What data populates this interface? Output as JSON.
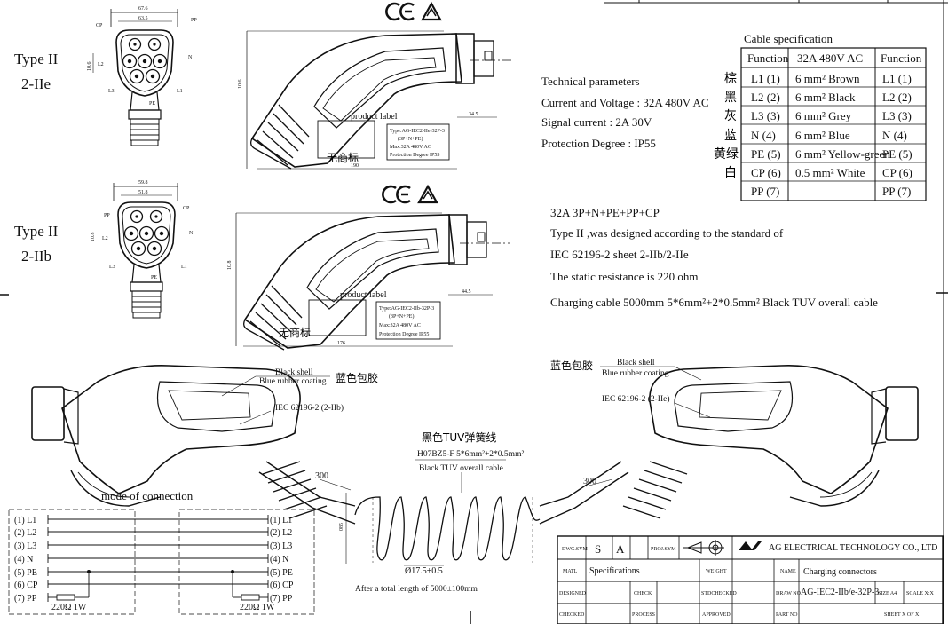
{
  "marks": {
    "ce": "CE",
    "dim_width_iie": "67.6",
    "dim_inner_iie": "63.5",
    "dim_height_iie": "10.6",
    "dim_len_iie": "190",
    "dim_pin_iie": "34.5",
    "dim_width_iib": "59.8",
    "dim_inner_iib": "51.8",
    "dim_height_iib": "10.8",
    "dim_len_iib": "176",
    "dim_pin_iib": "44.5"
  },
  "type_iie": {
    "line1": "Type II",
    "line2": "2-IIe"
  },
  "type_iib": {
    "line1": "Type II",
    "line2": "2-IIb"
  },
  "pin_labels": {
    "cp": "CP",
    "pp": "PP",
    "l1": "L1",
    "l2": "L2",
    "l3": "L3",
    "n": "N",
    "pe": "PE"
  },
  "label_box_iie": {
    "title": "product label",
    "no_brand": "无商标",
    "lines": [
      "Type:AG-IEC2-IIe-32P-3",
      "(3P+N+PE)",
      "Max:32A 480V AC",
      "Protection Degree IP55"
    ]
  },
  "label_box_iib": {
    "title": "product label",
    "no_brand": "无商标",
    "lines": [
      "Type:AG-IEC2-IIb-32P-3",
      "(3P+N+PE)",
      "Max:32A 480V AC",
      "Protection Degree IP55"
    ]
  },
  "tech": {
    "title": "Technical parameters",
    "voltage": "Current and Voltage : 32A 480V AC",
    "signal": "Signal current : 2A 30V",
    "protection": "Protection Degree : IP55"
  },
  "spec": {
    "title": "Cable specification",
    "headers": [
      "Function",
      "32A 480V AC",
      "Function"
    ],
    "rows": [
      {
        "cn": "棕",
        "f1": "L1 (1)",
        "cable": "6 mm² Brown",
        "f2": "L1 (1)"
      },
      {
        "cn": "黑",
        "f1": "L2 (2)",
        "cable": "6 mm² Black",
        "f2": "L2 (2)"
      },
      {
        "cn": "灰",
        "f1": "L3 (3)",
        "cable": "6 mm² Grey",
        "f2": "L3 (3)"
      },
      {
        "cn": "蓝",
        "f1": "N (4)",
        "cable": "6 mm² Blue",
        "f2": "N (4)"
      },
      {
        "cn": "黄绿",
        "f1": "PE (5)",
        "cable": "6 mm² Yellow-green",
        "f2": "PE (5)"
      },
      {
        "cn": "白",
        "f1": "CP (6)",
        "cable": "0.5 mm² White",
        "f2": "CP (6)"
      },
      {
        "cn": "",
        "f1": "PP (7)",
        "cable": "",
        "f2": "PP (7)"
      }
    ]
  },
  "notes": {
    "line1": "32A 3P+N+PE+PP+CP",
    "line2": "Type II ,was designed according to the standard of",
    "line3": "IEC 62196-2 sheet 2-IIb/2-IIe",
    "line4": "The static resistance is 220 ohm",
    "line5": "Charging cable 5000mm 5*6mm²+2*0.5mm² Black TUV overall cable"
  },
  "callouts": {
    "black_shell": "Black shell",
    "blue_coating": "Blue rubber coating",
    "blue_cn": "蓝色包胶",
    "iec_left": "IEC 62196-2 (2-IIb)",
    "iec_right": "IEC 62196-2 (2-IIe)",
    "cable_cn": "黑色TUV弹簧线",
    "cable_code": "H07BZ5-F 5*6mm²+2*0.5mm²",
    "cable_desc": "Black TUV overall cable",
    "len_left": "300",
    "len_right": "300",
    "dia": "Ø17.5±0.5",
    "coil_height": "085",
    "total_length": "After a total length of 5000±100mm"
  },
  "connection": {
    "title": "mode of connection",
    "left": [
      "(1) L1",
      "(2) L2",
      "(3) L3",
      "(4) N",
      "(5) PE",
      "(6) CP",
      "(7) PP"
    ],
    "right": [
      "(1) L1",
      "(2) L2",
      "(3) L3",
      "(4) N",
      "(5) PE",
      "(6) CP",
      "(7) PP"
    ],
    "res_left": "220Ω 1W",
    "res_right": "220Ω 1W"
  },
  "title_block": {
    "dwg_sym": "DWG.SYM",
    "s": "S",
    "a": "A",
    "proj_sym": "PROJ.SYM",
    "company": "AG ELECTRICAL TECHNOLOGY CO., LTD",
    "matl": "MATL",
    "spec": "Specifications",
    "weight": "WEIGHT",
    "name_label": "NAME",
    "name": "Charging connectors",
    "designed": "DESIGNED",
    "check": "CHECK",
    "stdchecked": "STDCHECKED",
    "draw_no": "DRAW NO",
    "draw_value": "AG-IEC2-IIb/e-32P-3",
    "size": "SIZE A4",
    "scale": "SCALE X:X",
    "checked": "CHECKED",
    "process": "PROCESS",
    "approved": "APPROVED",
    "part_no": "PART NO",
    "sheet": "SHEET X OF X"
  }
}
